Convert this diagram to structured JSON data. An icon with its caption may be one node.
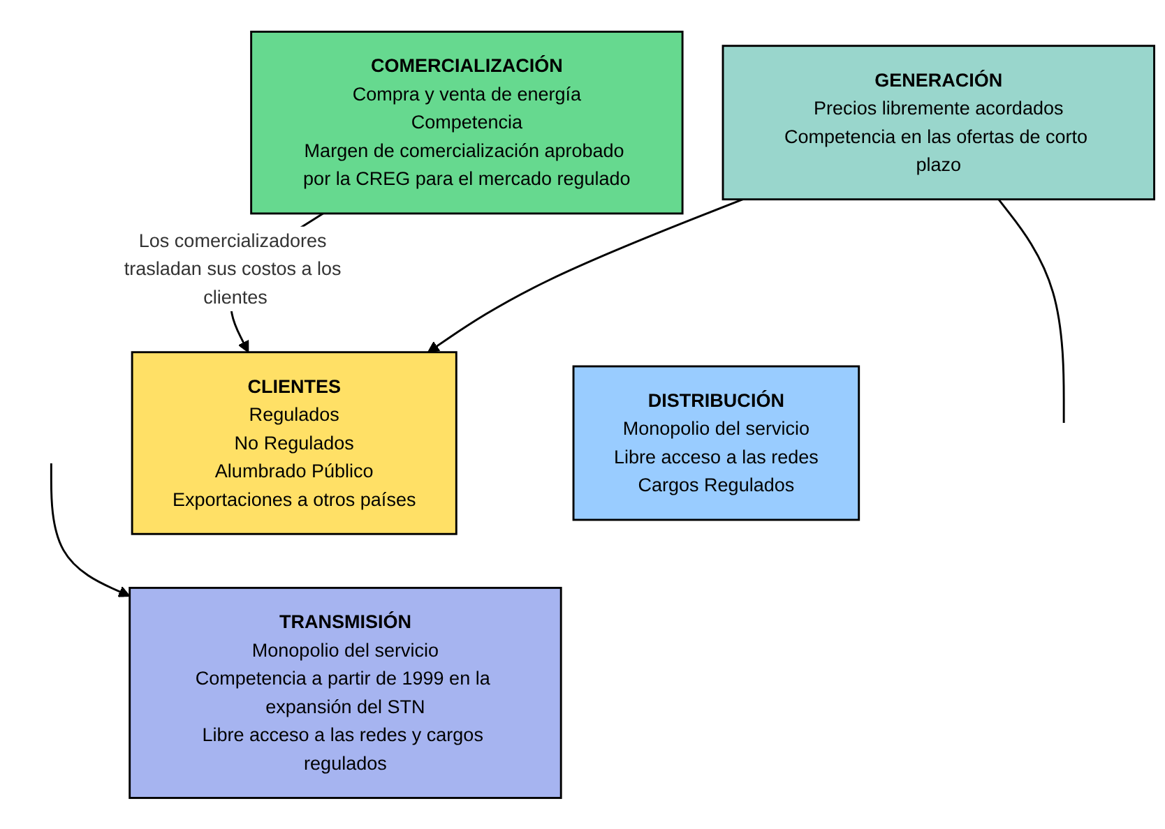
{
  "diagram": {
    "nodes": [
      {
        "text": [
          "COMERCIALIZACIÓN",
          "Compra y venta de energía",
          "Competencia",
          "Margen de comercialización aprobado por la CREG para el mercado regulado"
        ]
      },
      {
        "text": [
          "DISTRIBUCIÓN",
          "Monopolio del servicio",
          "Libre acceso a las redes",
          "Cargos Regulados"
        ]
      },
      {
        "text": [
          "TRANSMISIÓN",
          "Monopolio del servicio",
          "Competencia a partir de 1999 en la expansión del STN",
          "Libre acceso a las redes y cargos regulados"
        ]
      },
      {
        "text": [
          "CLIENTES",
          "Regulados",
          "No Regulados",
          "Alumbrado Público",
          "Exportaciones a otros países"
        ]
      },
      {
        "text": [
          "GENERACIÓN",
          "Precios libremente acordados",
          "Competencia en las ofertas de corto plazo"
        ]
      }
    ],
    "edges": [
      {
        "from": 0,
        "to": 3,
        "arrow": "to",
        "label": "Los comercializadores trasladan sus costos a los clientes"
      },
      {
        "from": 4,
        "to": 3,
        "arrow": "to"
      },
      {
        "from": null,
        "to": 2,
        "arrow": "to"
      },
      {
        "from": 4,
        "to": null,
        "arrow": "none"
      }
    ]
  }
}
